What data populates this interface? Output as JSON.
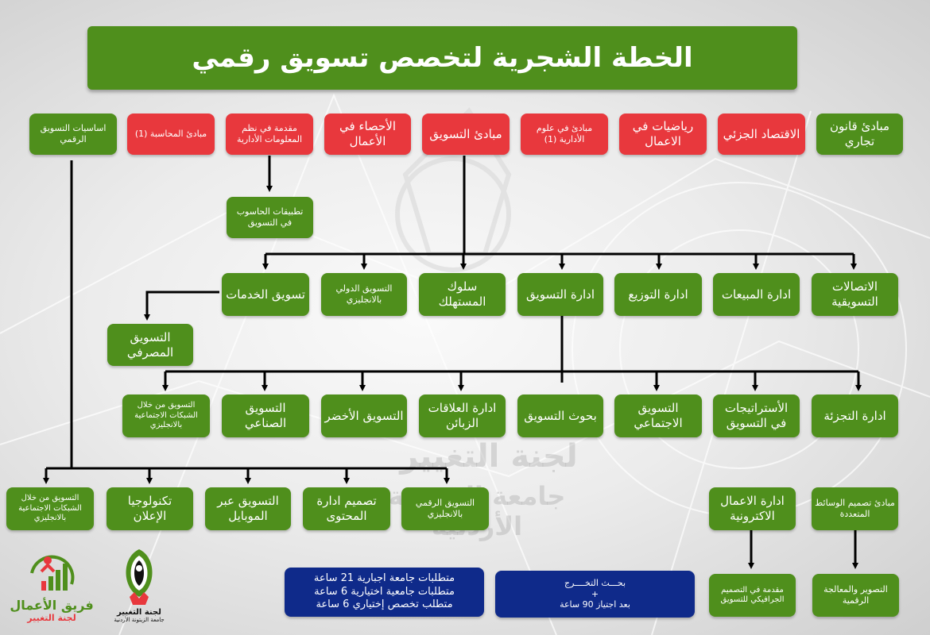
{
  "title": "الخطة الشجرية لتخصص تسويق رقمي",
  "colors": {
    "green": "#4f8f1c",
    "red": "#e8383d",
    "blue": "#0f2a8a"
  },
  "row1": [
    {
      "id": "commercial-law",
      "label": "مبادئ قانون تجاري",
      "color": "green"
    },
    {
      "id": "micro-economics",
      "label": "الاقتصاد الجزئي",
      "color": "red"
    },
    {
      "id": "business-math",
      "label": "رياضيات في الاعمال",
      "color": "red"
    },
    {
      "id": "management-principles",
      "label": "مبادئ في علوم الأدارية (1)",
      "color": "red"
    },
    {
      "id": "marketing-principles",
      "label": "مبادئ التسويق",
      "color": "red"
    },
    {
      "id": "business-statistics",
      "label": "الأحصاء في الأعمال",
      "color": "red"
    },
    {
      "id": "mis-intro",
      "label": "مقدمة في نظم المعلومات الأدارية",
      "color": "red"
    },
    {
      "id": "accounting-principles",
      "label": "مبادئ المحاسبة (1)",
      "color": "red"
    },
    {
      "id": "digital-marketing-basics",
      "label": "اساسيات التسويق الرقمي",
      "color": "green"
    }
  ],
  "computer_apps": "تطبيقات الحاسوب في التسويق",
  "row3": [
    {
      "id": "marketing-communications",
      "label": "الاتصالات التسويقية"
    },
    {
      "id": "sales-management",
      "label": "ادارة المبيعات"
    },
    {
      "id": "distribution-management",
      "label": "ادارة التوزيع"
    },
    {
      "id": "marketing-management",
      "label": "ادارة التسويق"
    },
    {
      "id": "consumer-behavior",
      "label": "سلوك المستهلك"
    },
    {
      "id": "international-marketing",
      "label": "التسويق الدولي بالانجليزي"
    },
    {
      "id": "services-marketing",
      "label": "تسويق الخدمات"
    }
  ],
  "bank_marketing": "التسويق المصرفي",
  "row5": [
    {
      "id": "retail-management",
      "label": "ادارة التجزئة"
    },
    {
      "id": "marketing-strategies",
      "label": "الأستراتيجات في التسويق"
    },
    {
      "id": "social-marketing",
      "label": "التسويق الاجتماعي"
    },
    {
      "id": "marketing-research",
      "label": "بحوث التسويق"
    },
    {
      "id": "customer-relations",
      "label": "ادارة العلاقات الزبائن"
    },
    {
      "id": "green-marketing",
      "label": "التسويق الأخضر"
    },
    {
      "id": "industrial-marketing",
      "label": "التسويق الصناعي"
    },
    {
      "id": "social-network-marketing-a",
      "label": "التسويق من خلال الشبكات الاجتماعية بالانجليزي"
    }
  ],
  "row6": [
    {
      "id": "digital-marketing-english",
      "label": "التسويق الرقمي بالانجليزي"
    },
    {
      "id": "content-design",
      "label": "تصميم ادارة المحتوى"
    },
    {
      "id": "mobile-marketing",
      "label": "التسويق عبر الموبايل"
    },
    {
      "id": "ad-technology",
      "label": "تكنولوجيا الإعلان"
    },
    {
      "id": "social-network-marketing-b",
      "label": "التسويق من خلال الشبكات الاجتماعية بالانجليزي"
    }
  ],
  "multimedia": "مبادئ تصميم الوسائط المتعددة",
  "e_business": "ادارة الاعمال الاكترونية",
  "digital_imaging": "التصوير والمعالجة الرقمية",
  "graphic_design": "مقدمة في التصميم الجرافيكي للتسويق",
  "graduation": {
    "line1": "بحـــث التخــــرج",
    "line2": "+",
    "line3": "بعد اجتياز 90 ساعة"
  },
  "requirements": [
    "متطلبات جامعة اجبارية 21 ساعة",
    "متطلبات جامعية اختيارية 6 ساعة",
    "متطلب تخصص إختياري 6 ساعة"
  ],
  "logo_team": {
    "name": "فريق الأعمال",
    "sub": "لجنة التغيير"
  },
  "logo_committee": {
    "name": "لجنة التغيير",
    "sub": "جامعة الزيتونة الأردنية"
  },
  "watermark": {
    "line1": "لجنة التغيير",
    "line2": "جامعة الزيتونة الأردنية"
  }
}
